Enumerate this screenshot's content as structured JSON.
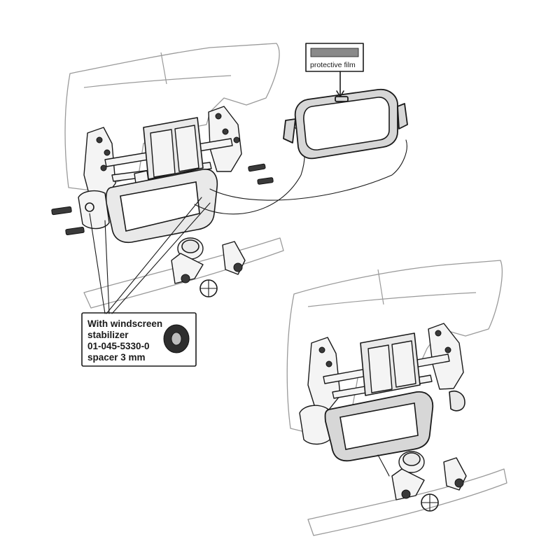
{
  "film_label": "protective film",
  "spacer_callout": {
    "line1": "With windscreen",
    "line2": "stabilizer",
    "line3": "01-045-5330-0",
    "line4": "spacer 3 mm"
  },
  "colors": {
    "line": "#1a1a1a",
    "ghost": "#9a9a9a",
    "part_fill": "#e9e9e9",
    "frame_fill": "#d7d7d7",
    "film_swatch": "#8a8a8a"
  }
}
